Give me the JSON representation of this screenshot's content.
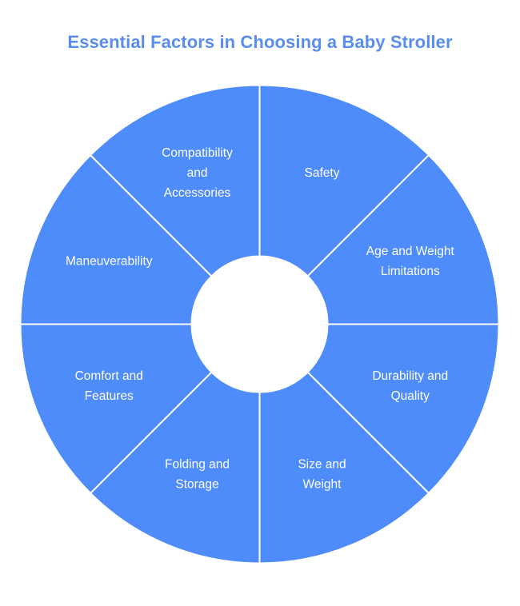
{
  "title": "Essential Factors in Choosing a Baby Stroller",
  "colors": {
    "slice": "#4F8CFB",
    "divider": "#FFFFFF",
    "label_text": "#FFFFFF",
    "title_text": "#5A8DF0",
    "background": "#FFFFFF",
    "hole": "#FFFFFF"
  },
  "chart_data": {
    "type": "pie",
    "variant": "donut",
    "title": "Essential Factors in Choosing a Baby Stroller",
    "xlabel": "",
    "ylabel": "",
    "legend": "none",
    "grid": false,
    "equal_slices": true,
    "start_angle_deg": 0,
    "direction": "clockwise",
    "center": [
      324.5,
      405.5
    ],
    "outer_radius": 299,
    "inner_radius": 85,
    "categories": [
      "Safety",
      "Age and Weight Limitations",
      "Durability and Quality",
      "Size and Weight",
      "Folding and Storage",
      "Comfort and Features",
      "Maneuverability",
      "Compatibility and Accessories"
    ],
    "values": [
      12.5,
      12.5,
      12.5,
      12.5,
      12.5,
      12.5,
      12.5,
      12.5
    ],
    "slices": [
      {
        "label": "Safety",
        "lines": [
          "Safety"
        ],
        "value": 12.5,
        "start_deg": 0,
        "end_deg": 45,
        "mid_deg": 22.5,
        "color": "#4F8CFB"
      },
      {
        "label": "Age and Weight Limitations",
        "lines": [
          "Age and Weight",
          "Limitations"
        ],
        "value": 12.5,
        "start_deg": 45,
        "end_deg": 90,
        "mid_deg": 67.5,
        "color": "#4F8CFB"
      },
      {
        "label": "Durability and Quality",
        "lines": [
          "Durability and",
          "Quality"
        ],
        "value": 12.5,
        "start_deg": 90,
        "end_deg": 135,
        "mid_deg": 112.5,
        "color": "#4F8CFB"
      },
      {
        "label": "Size and Weight",
        "lines": [
          "Size and",
          "Weight"
        ],
        "value": 12.5,
        "start_deg": 135,
        "end_deg": 180,
        "mid_deg": 157.5,
        "color": "#4F8CFB"
      },
      {
        "label": "Folding and Storage",
        "lines": [
          "Folding and",
          "Storage"
        ],
        "value": 12.5,
        "start_deg": 180,
        "end_deg": 225,
        "mid_deg": 202.5,
        "color": "#4F8CFB"
      },
      {
        "label": "Comfort and Features",
        "lines": [
          "Comfort and",
          "Features"
        ],
        "value": 12.5,
        "start_deg": 225,
        "end_deg": 270,
        "mid_deg": 247.5,
        "color": "#4F8CFB"
      },
      {
        "label": "Maneuverability",
        "lines": [
          "Maneuverability"
        ],
        "value": 12.5,
        "start_deg": 270,
        "end_deg": 315,
        "mid_deg": 292.5,
        "color": "#4F8CFB"
      },
      {
        "label": "Compatibility and Accessories",
        "lines": [
          "Compatibility",
          "and",
          "Accessories"
        ],
        "value": 12.5,
        "start_deg": 315,
        "end_deg": 360,
        "mid_deg": 337.5,
        "color": "#4F8CFB"
      }
    ]
  }
}
